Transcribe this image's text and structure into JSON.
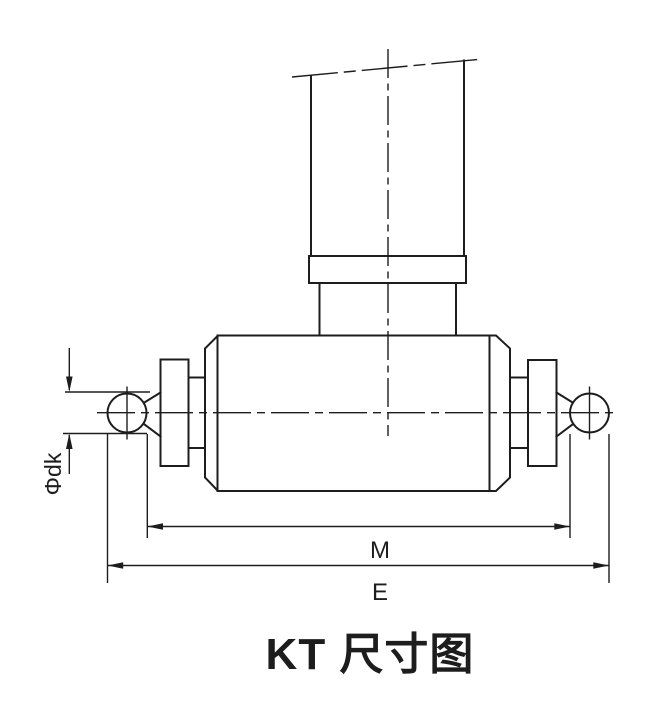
{
  "title": "KT 尺寸图",
  "labels": {
    "ball_diameter": "Φdk",
    "inner_span": "M",
    "overall_span": "E"
  },
  "colors": {
    "line": "#1d1d1d",
    "background": "#ffffff"
  }
}
